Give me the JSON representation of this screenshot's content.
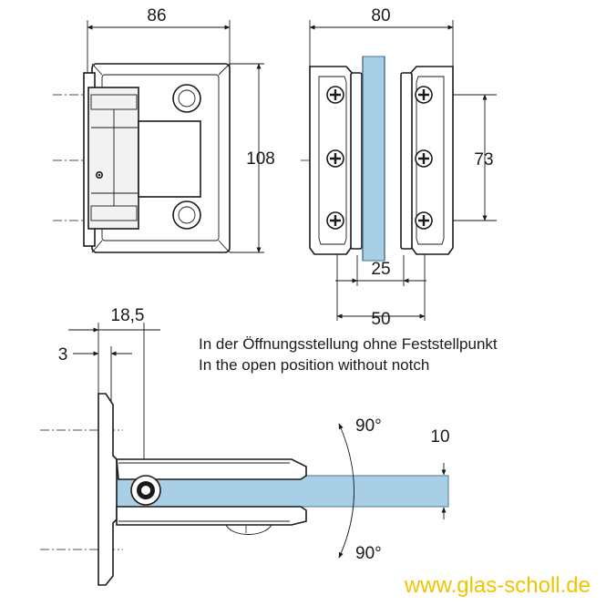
{
  "dimensions": {
    "front_width": "86",
    "front_height": "108",
    "side_width": "80",
    "hole_spacing": "73",
    "inner_gap": "25",
    "outer_width": "50",
    "offset_large": "18,5",
    "offset_small": "3",
    "glass_thickness": "10"
  },
  "angles": {
    "upper": "90°",
    "lower": "90°"
  },
  "notes": {
    "german": "In der Öffnungsstellung ohne Feststellpunkt",
    "english": "In the open position without notch"
  },
  "watermark": "www.glas-scholl.de",
  "colors": {
    "glass": "#a9cfe6",
    "watermark": "#f0c400"
  }
}
